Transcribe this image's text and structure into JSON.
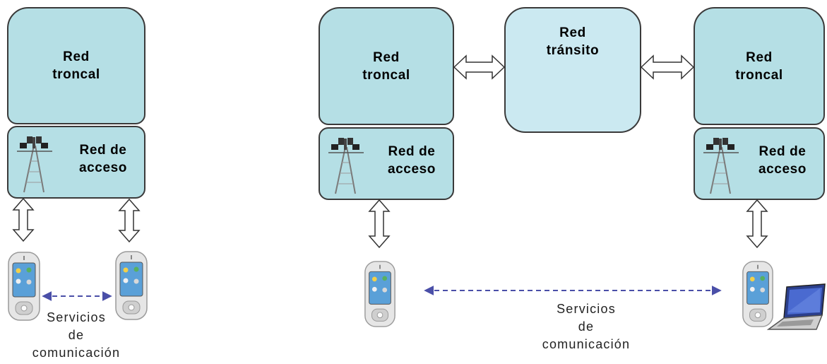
{
  "diagram": {
    "left": {
      "core_label": "Red\ntroncal",
      "access_label": "Red de\nacceso",
      "services_label": "Servicios\nde\ncomunicación"
    },
    "right": {
      "core_left_label": "Red\ntroncal",
      "transit_label": "Red\ntránsito",
      "core_right_label": "Red\ntroncal",
      "access_left_label": "Red de\nacceso",
      "access_right_label": "Red de\nacceso",
      "services_label": "Servicios\nde\ncomunicación"
    },
    "colors": {
      "core_fill": "#b5dfe5",
      "transit_fill": "#cbe9f1",
      "border": "#3a3a3a",
      "service_arrow": "#4a4fa8"
    },
    "icons": [
      "antenna-tower-icon",
      "mobile-phone-icon",
      "laptop-icon",
      "double-arrow-icon"
    ]
  }
}
